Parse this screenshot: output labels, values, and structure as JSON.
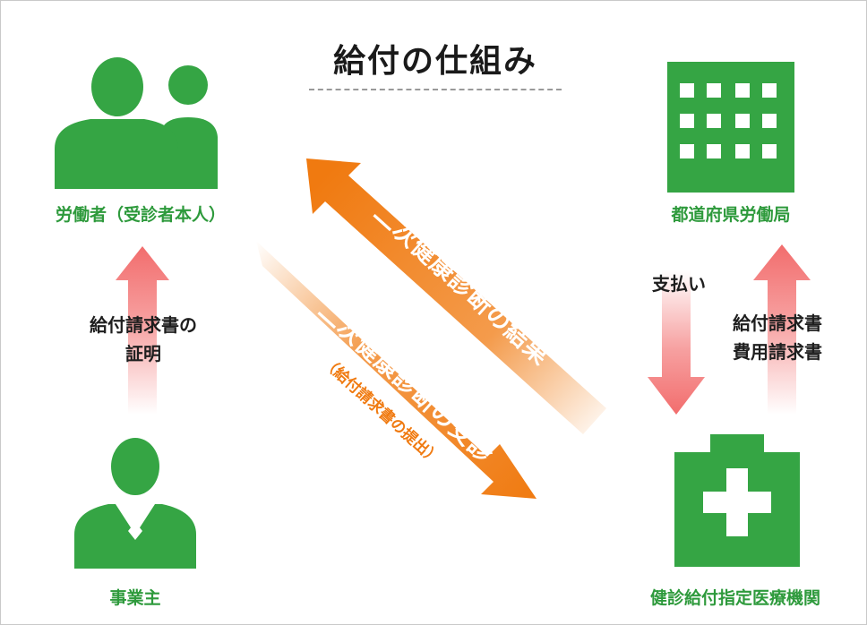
{
  "title": "給付の仕組み",
  "nodes": {
    "worker": "労働者（受診者本人）",
    "employer": "事業主",
    "labour_bureau": "都道府県労働局",
    "medical_institution": "健診給付指定医療機関"
  },
  "flows": {
    "employer_to_worker": [
      "給付請求書の",
      "証明"
    ],
    "results_flow": "二次健康診断の結果",
    "exam_flow": "二次健康診断の受診",
    "exam_flow_note": "（給付請求書の提出）",
    "payment": "支払い",
    "claims": [
      "給付請求書",
      "費用請求書"
    ]
  },
  "colors": {
    "green": "#2e9a3c",
    "orange": "#f07a10",
    "pink_arrow": "#f26d6d",
    "text": "#1e1e1e"
  },
  "icons": [
    "people-icon",
    "building-icon",
    "person-icon",
    "hospital-icon"
  ]
}
